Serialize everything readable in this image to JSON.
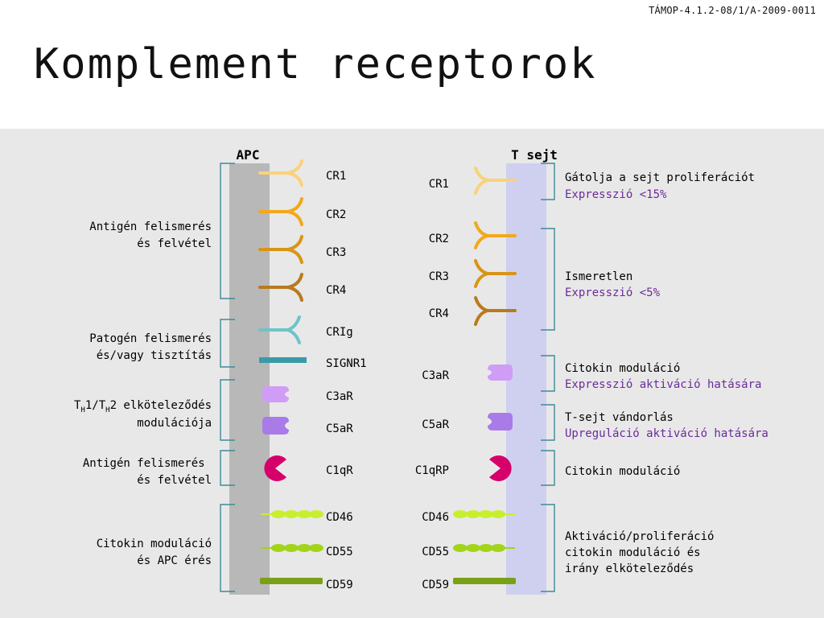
{
  "header": {
    "code": "TÁMOP-4.1.2-08/1/A-2009-0011"
  },
  "slide": {
    "title": "Komplement receptorok"
  },
  "apc": {
    "heading": "APC",
    "groups": [
      {
        "line1": "Antigén felismerés",
        "line2": "és felvétel"
      },
      {
        "line1": "Patogén felismerés",
        "line2": "és/vagy tisztítás"
      },
      {
        "line1_pre": "T",
        "line1_sub1": "H",
        "line1_mid": "1/T",
        "line1_sub2": "H",
        "line1_post": "2 elköteleződés",
        "line2": "modulációja"
      },
      {
        "line1": "Antigén felismerés ",
        "line2": "és felvétel"
      },
      {
        "line1": "Citokin moduláció",
        "line2": "és APC érés"
      }
    ],
    "receptors": [
      "CR1",
      "CR2",
      "CR3",
      "CR4",
      "CRIg",
      "SIGNR1",
      "C3aR",
      "C5aR",
      "C1qR",
      "CD46",
      "CD55",
      "CD59"
    ]
  },
  "tcell": {
    "heading": "T sejt",
    "receptors": [
      "CR1",
      "CR2",
      "CR3",
      "CR4",
      "C3aR",
      "C5aR",
      "C1qRP",
      "CD46",
      "CD55",
      "CD59"
    ],
    "groups": [
      {
        "line1": "Gátolja a sejt proliferációt",
        "line2": "Expresszió <15%"
      },
      {
        "line1": "Ismeretlen",
        "line2": "Expresszió <5%"
      },
      {
        "line1": "Citokin moduláció",
        "line2": "Expresszió aktiváció hatására"
      },
      {
        "line1": "T-sejt vándorlás",
        "line2": "Upreguláció aktiváció hatására"
      },
      {
        "line1": "Citokin moduláció"
      },
      {
        "line1": "Aktiváció/proliferáció",
        "line2": "citokin moduláció és",
        "line3": "irány elköteleződés"
      }
    ]
  },
  "colors": {
    "background": "#e8e8e8",
    "apc_membrane": "#b8b8b8",
    "tcell_membrane": "#cfd0f0",
    "bracket": "#3e8a9a",
    "cr1": "#f9d27a",
    "cr2": "#f2a81c",
    "cr3": "#d99417",
    "cr4": "#b97a1e",
    "crig": "#6ec4c8",
    "signr1": "#3a9aa8",
    "c3ar": "#cf9df5",
    "c5ar": "#a87be8",
    "c1qr": "#d6006b",
    "cd46": "#c8ef2e",
    "cd55": "#a2d41a",
    "cd59": "#7aa016",
    "purple_text": "#6b2b9b"
  }
}
